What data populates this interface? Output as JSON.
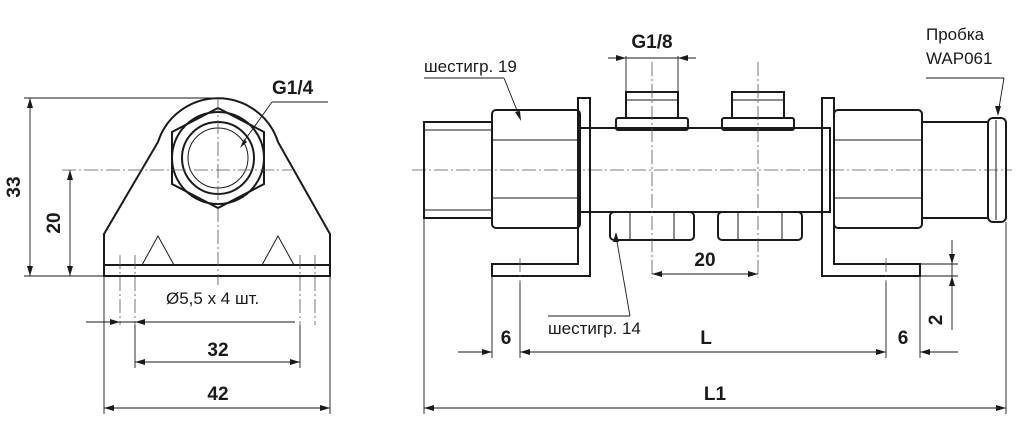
{
  "left_view": {
    "thread_label": "G1/4",
    "height_overall": "33",
    "height_center": "20",
    "holes_note": "Ø5,5 х 4 шт.",
    "hole_spacing": "32",
    "width_overall": "42"
  },
  "right_view": {
    "port_thread": "G1/8",
    "hex_large": "шестигр. 19",
    "hex_small": "шестигр. 14",
    "plug_label_line1": "Пробка",
    "plug_label_line2": "WAP061",
    "port_spacing": "20",
    "flange_width_left": "6",
    "flange_width_right": "6",
    "length_between": "L",
    "length_overall": "L1",
    "flange_thickness": "2"
  }
}
